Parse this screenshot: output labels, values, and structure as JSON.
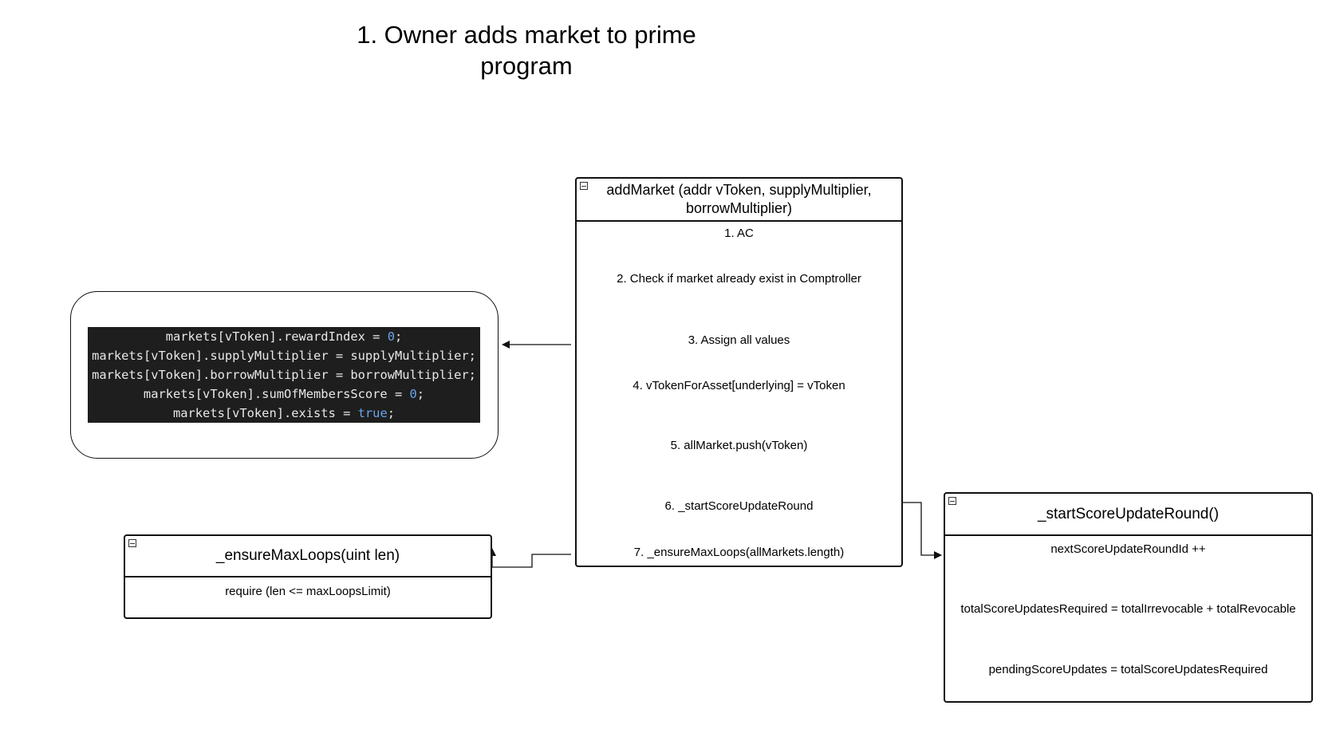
{
  "title": {
    "line1": "1. Owner adds market to prime",
    "line2": "program"
  },
  "add_market": {
    "header": "addMarket (addr vToken, supplyMultiplier, borrowMultiplier)",
    "steps": [
      "1. AC",
      "2. Check if market already exist in Comptroller",
      "3. Assign all values",
      "4. vTokenForAsset[underlying] = vToken",
      "5. allMarket.push(vToken)",
      "6. _startScoreUpdateRound",
      "7. _ensureMaxLoops(allMarkets.length)"
    ]
  },
  "code_snippet": {
    "lines": [
      {
        "pre": "markets[vToken].rewardIndex = ",
        "kw": "0",
        "post": ";"
      },
      {
        "pre": "markets[vToken].supplyMultiplier = supplyMultiplier;",
        "kw": "",
        "post": ""
      },
      {
        "pre": "markets[vToken].borrowMultiplier = borrowMultiplier;",
        "kw": "",
        "post": ""
      },
      {
        "pre": "markets[vToken].sumOfMembersScore = ",
        "kw": "0",
        "post": ";"
      },
      {
        "pre": "markets[vToken].exists = ",
        "kw": "true",
        "post": ";"
      }
    ],
    "keyword_color": "#6aa6e8",
    "background_color": "#1e1e1e"
  },
  "ensure_max_loops": {
    "header": "_ensureMaxLoops(uint len)",
    "rows": [
      "require (len <= maxLoopsLimit)"
    ]
  },
  "start_score_update_round": {
    "header": "_startScoreUpdateRound()",
    "rows": [
      "nextScoreUpdateRoundId ++",
      "totalScoreUpdatesRequired = totalIrrevocable + totalRevocable",
      "pendingScoreUpdates = totalScoreUpdatesRequired"
    ]
  }
}
